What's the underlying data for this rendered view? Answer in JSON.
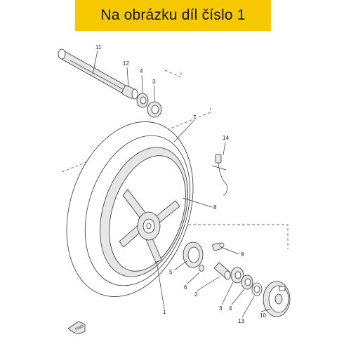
{
  "banner": {
    "text": "Na obrázku díl číslo 1",
    "color": "#f5c800"
  },
  "labels": {
    "l1": "1",
    "l2": "2",
    "l3a": "3",
    "l3b": "3",
    "l4a": "4",
    "l4b": "4",
    "l5": "5",
    "l6": "6",
    "l7": "7",
    "l8": "8",
    "l9": "9",
    "l10": "10",
    "l11": "11",
    "l12": "12",
    "l13": "13",
    "l14": "14"
  },
  "fwd_marker": "FWD"
}
